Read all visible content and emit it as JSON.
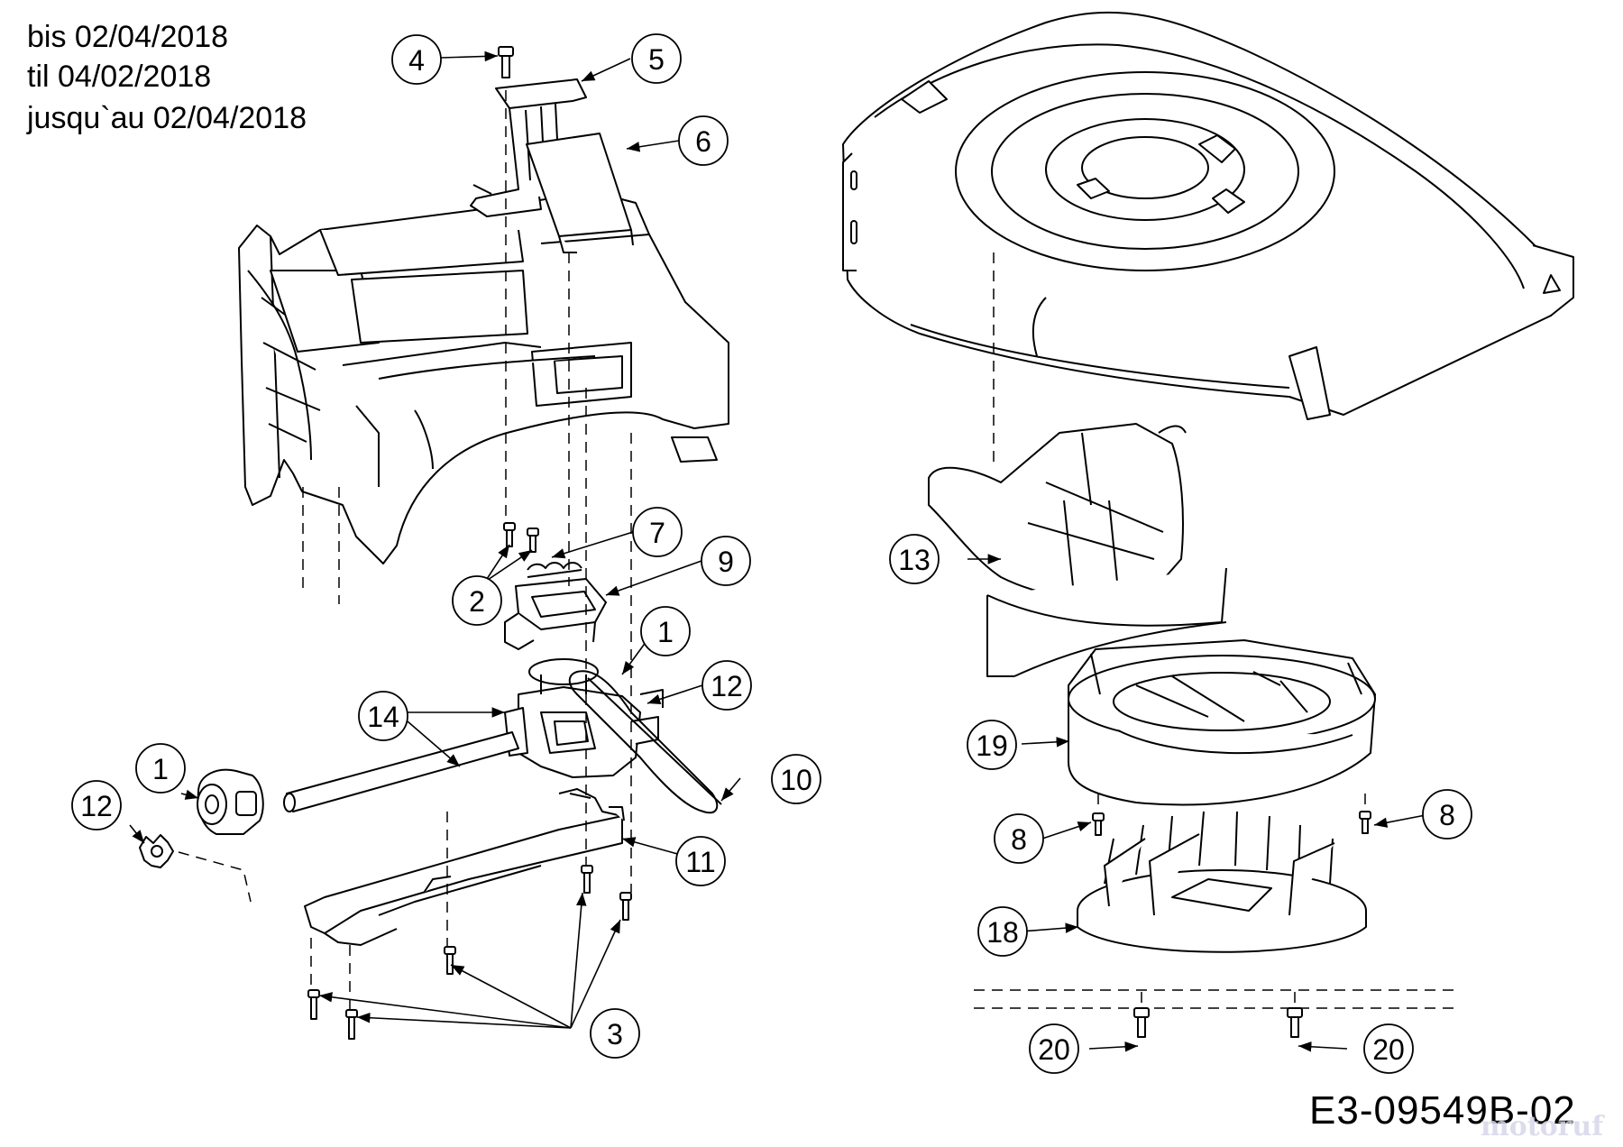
{
  "header": {
    "dates": [
      "bis 02/04/2018",
      "til 04/02/2018",
      "jusqu`au 02/04/2018"
    ]
  },
  "callouts": [
    "4",
    "5",
    "6",
    "7",
    "2",
    "9",
    "1",
    "12",
    "14",
    "1",
    "12",
    "10",
    "11",
    "3",
    "13",
    "19",
    "8",
    "8",
    "18",
    "20",
    "20"
  ],
  "drawing_code": "E3-09549B-02",
  "watermark": "motoruf",
  "colors": {
    "line": "#000000",
    "background": "#ffffff"
  }
}
